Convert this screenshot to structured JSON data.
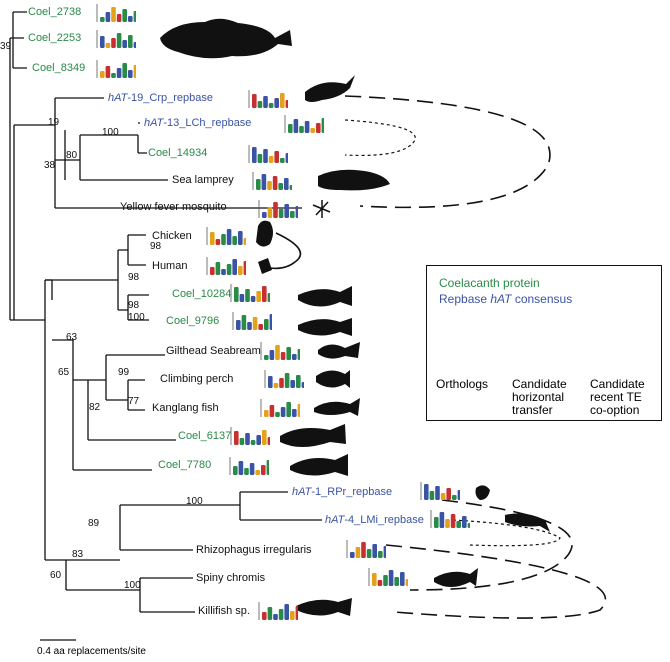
{
  "taxa": [
    {
      "id": "coel2738",
      "parts": [
        {
          "text": "Coel_2738"
        }
      ],
      "color": "green"
    },
    {
      "id": "coel2253",
      "parts": [
        {
          "text": "Coel_2253"
        }
      ],
      "color": "green"
    },
    {
      "id": "coel8349",
      "parts": [
        {
          "text": "Coel_8349"
        }
      ],
      "color": "green"
    },
    {
      "id": "hat19",
      "parts": [
        {
          "text": "hAT",
          "italic": true
        },
        {
          "text": "-19_Crp_repbase"
        }
      ],
      "color": "blue"
    },
    {
      "id": "hat13",
      "parts": [
        {
          "text": "hAT",
          "italic": true
        },
        {
          "text": "-13_LCh_repbase"
        }
      ],
      "color": "blue"
    },
    {
      "id": "coel14934",
      "parts": [
        {
          "text": "Coel_14934"
        }
      ],
      "color": "green"
    },
    {
      "id": "lamprey",
      "parts": [
        {
          "text": "Sea lamprey"
        }
      ],
      "color": "black"
    },
    {
      "id": "mosquito",
      "parts": [
        {
          "text": "Yellow fever mosquito"
        }
      ],
      "color": "black"
    },
    {
      "id": "chicken",
      "parts": [
        {
          "text": "Chicken"
        }
      ],
      "color": "black"
    },
    {
      "id": "human",
      "parts": [
        {
          "text": "Human"
        }
      ],
      "color": "black"
    },
    {
      "id": "coel10284",
      "parts": [
        {
          "text": "Coel_10284"
        }
      ],
      "color": "green"
    },
    {
      "id": "coel9796",
      "parts": [
        {
          "text": "Coel_9796"
        }
      ],
      "color": "green"
    },
    {
      "id": "seabream",
      "parts": [
        {
          "text": "Gilthead Seabream"
        }
      ],
      "color": "black"
    },
    {
      "id": "perch",
      "parts": [
        {
          "text": "Climbing perch"
        }
      ],
      "color": "black"
    },
    {
      "id": "kanglang",
      "parts": [
        {
          "text": "Kanglang fish"
        }
      ],
      "color": "black"
    },
    {
      "id": "coel6137",
      "parts": [
        {
          "text": "Coel_6137"
        }
      ],
      "color": "green"
    },
    {
      "id": "coel7780",
      "parts": [
        {
          "text": "Coel_7780"
        }
      ],
      "color": "green"
    },
    {
      "id": "hat1",
      "parts": [
        {
          "text": "hAT",
          "italic": true
        },
        {
          "text": "-1_RPr_repbase"
        }
      ],
      "color": "blue"
    },
    {
      "id": "hat4",
      "parts": [
        {
          "text": "hAT",
          "italic": true
        },
        {
          "text": "-4_LMi_repbase"
        }
      ],
      "color": "blue"
    },
    {
      "id": "rhizo",
      "parts": [
        {
          "text": "Rhizophagus irregularis"
        }
      ],
      "color": "black"
    },
    {
      "id": "chromis",
      "parts": [
        {
          "text": "Spiny chromis"
        }
      ],
      "color": "black"
    },
    {
      "id": "killifish",
      "parts": [
        {
          "text": "Killifish sp."
        }
      ],
      "color": "black"
    }
  ],
  "bootstrap": [
    "39",
    "19",
    "100",
    "80",
    "38",
    "98",
    "98",
    "98",
    "100",
    "63",
    "99",
    "77",
    "82",
    "65",
    "60",
    "100",
    "89",
    "83",
    "100"
  ],
  "legend": {
    "coelacanth_label": "Coelacanth protein",
    "repbase_prefix": "Repbase ",
    "repbase_italic": "hAT",
    "repbase_suffix": " consensus",
    "orthologs": "Orthologs",
    "horizontal": [
      "Candidate",
      "horizontal",
      "transfer"
    ],
    "cooption": [
      "Candidate",
      "recent TE",
      "co-option"
    ]
  },
  "scale_label": "0.4 aa replacements/site",
  "colors": {
    "coelacanth": "#2a8a48",
    "repbase": "#3b53a4",
    "line": "#111111"
  }
}
